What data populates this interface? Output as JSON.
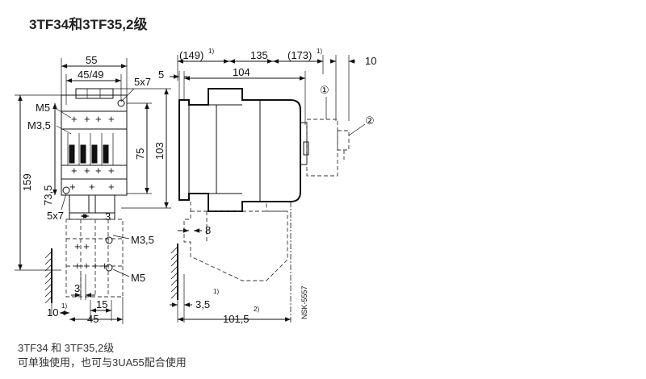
{
  "title": "3TF34和3TF35,2级",
  "caption": {
    "line1": "3TF34 和 3TF35,2级",
    "line2": "可单独使用，也可与3UA55配合使用"
  },
  "front_view": {
    "dims": {
      "width_total": "55",
      "width_inner": "45/49",
      "hole_top": "5x7",
      "screw_m5_top": "M5",
      "screw_m35_top": "M3,5",
      "height_75": "75",
      "height_103": "103",
      "height_159": "159",
      "height_73_5": "73,5",
      "hole_bottom": "5x7",
      "gap_3_top": "3",
      "screw_m35_bottom": "M3,5",
      "screw_m5_bottom": "M5",
      "gap_3_bottom": "3",
      "offset_15": "15",
      "width_45": "45",
      "wall_10": "10",
      "wall_10_note": "1)"
    }
  },
  "side_view": {
    "dims": {
      "dim_149": "(149)",
      "dim_149_note": "1)",
      "dim_135": "135",
      "dim_173": "(173)",
      "dim_173_note": "1)",
      "dim_10": "10",
      "dim_5": "5",
      "dim_104": "104",
      "callout_1": "①",
      "callout_2": "②",
      "dim_8": "8",
      "dim_3_5": "3,5",
      "dim_101_5": "101,5",
      "dim_101_5_note": "2)",
      "note_1_mark": "1)",
      "drawing_code": "NSK-5557"
    }
  }
}
